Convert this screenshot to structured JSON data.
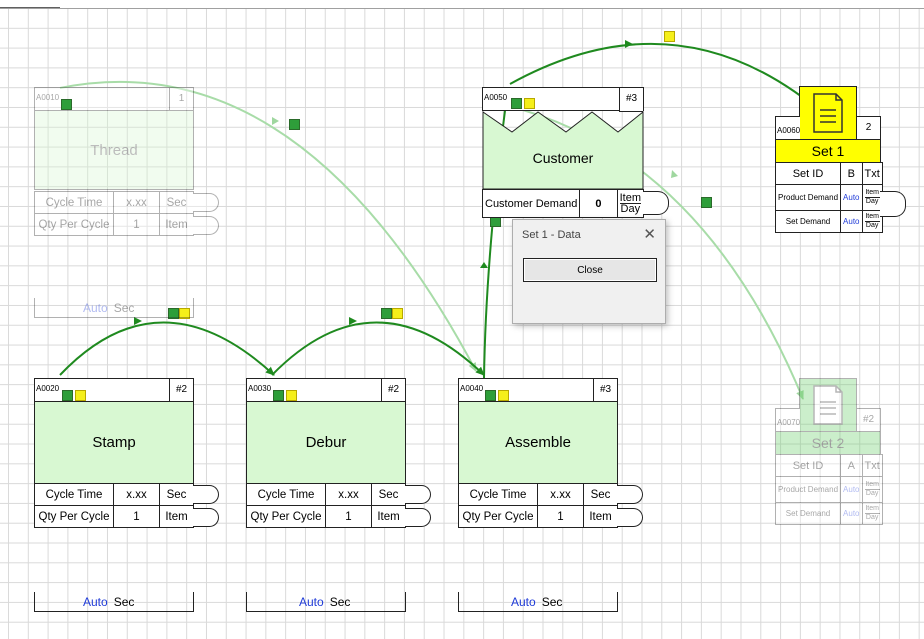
{
  "stations": {
    "thread": {
      "code": "A0010",
      "num": "1",
      "name": "Thread",
      "rows": [
        [
          "Cycle Time",
          "x.xx",
          "Sec"
        ],
        [
          "Qty Per Cycle",
          "1",
          "Item"
        ]
      ],
      "footer": {
        "auto": "Auto",
        "unit": "Sec"
      }
    },
    "stamp": {
      "code": "A0020",
      "num": "#2",
      "name": "Stamp",
      "rows": [
        [
          "Cycle Time",
          "x.xx",
          "Sec"
        ],
        [
          "Qty Per Cycle",
          "1",
          "Item"
        ]
      ],
      "footer": {
        "auto": "Auto",
        "unit": "Sec"
      }
    },
    "debur": {
      "code": "A0030",
      "num": "#2",
      "name": "Debur",
      "rows": [
        [
          "Cycle Time",
          "x.xx",
          "Sec"
        ],
        [
          "Qty Per Cycle",
          "1",
          "Item"
        ]
      ],
      "footer": {
        "auto": "Auto",
        "unit": "Sec"
      }
    },
    "assemble": {
      "code": "A0040",
      "num": "#3",
      "name": "Assemble",
      "rows": [
        [
          "Cycle Time",
          "x.xx",
          "Sec"
        ],
        [
          "Qty Per Cycle",
          "1",
          "Item"
        ]
      ],
      "footer": {
        "auto": "Auto",
        "unit": "Sec"
      }
    }
  },
  "customer": {
    "code": "A0050",
    "num": "#3",
    "name": "Customer",
    "demand_label": "Customer Demand",
    "demand_value": "0",
    "unit_top": "Item",
    "unit_bottom": "Day"
  },
  "sets": {
    "set1": {
      "code": "A0060",
      "num": "2",
      "name": "Set 1",
      "header": [
        "Set ID",
        "B",
        "Txt"
      ],
      "rows": [
        [
          "Product Demand",
          "Auto",
          "Item",
          "Day"
        ],
        [
          "Set Demand",
          "Auto",
          "Item",
          "Day"
        ]
      ]
    },
    "set2": {
      "code": "A0070",
      "num": "#2",
      "name": "Set 2",
      "header": [
        "Set ID",
        "A",
        "Txt"
      ],
      "rows": [
        [
          "Product Demand",
          "Auto",
          "Item",
          "Day"
        ],
        [
          "Set Demand",
          "Auto",
          "Item",
          "Day"
        ]
      ]
    }
  },
  "dialog": {
    "title": "Set 1 - Data",
    "close_label": "Close",
    "close_glyph": "✕"
  },
  "colors": {
    "process_fill": "#d8f8d2",
    "wire": "#1f8a1f",
    "highlight": "#ffff00",
    "auto_text": "#1f3bd8"
  }
}
